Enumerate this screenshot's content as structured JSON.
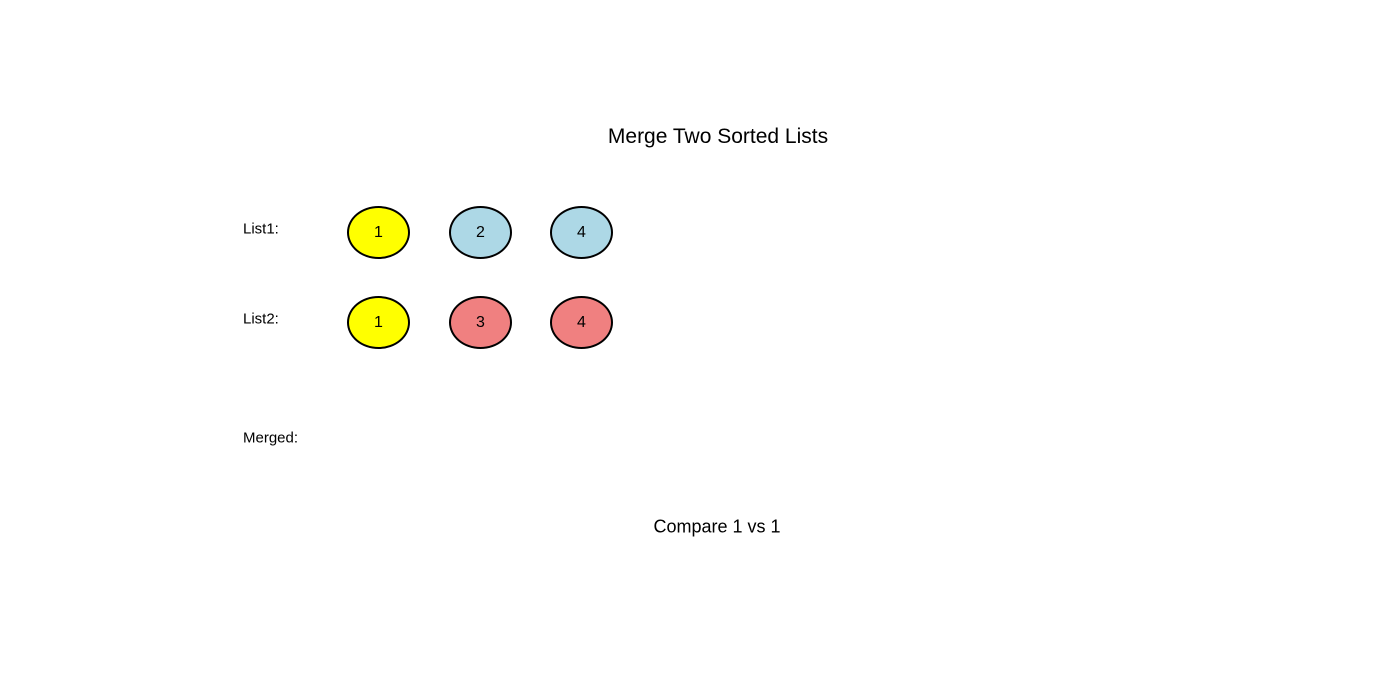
{
  "figure": {
    "title": "Merge Two Sorted Lists",
    "status": "Compare 1 vs 1"
  },
  "colors": {
    "background": "#ffffff",
    "node_outline": "#000000",
    "text": "#000000",
    "compare_highlight_fill": "#ffff00",
    "list1_fill": "#add8e6",
    "list2_fill": "#f08080"
  },
  "rows": [
    {
      "label": "List1:",
      "nodes": [
        {
          "value": "1",
          "fill": "#ffff00"
        },
        {
          "value": "2",
          "fill": "#add8e6"
        },
        {
          "value": "4",
          "fill": "#add8e6"
        }
      ]
    },
    {
      "label": "List2:",
      "nodes": [
        {
          "value": "1",
          "fill": "#ffff00"
        },
        {
          "value": "3",
          "fill": "#f08080"
        },
        {
          "value": "4",
          "fill": "#f08080"
        }
      ]
    },
    {
      "label": "Merged:",
      "nodes": []
    }
  ]
}
